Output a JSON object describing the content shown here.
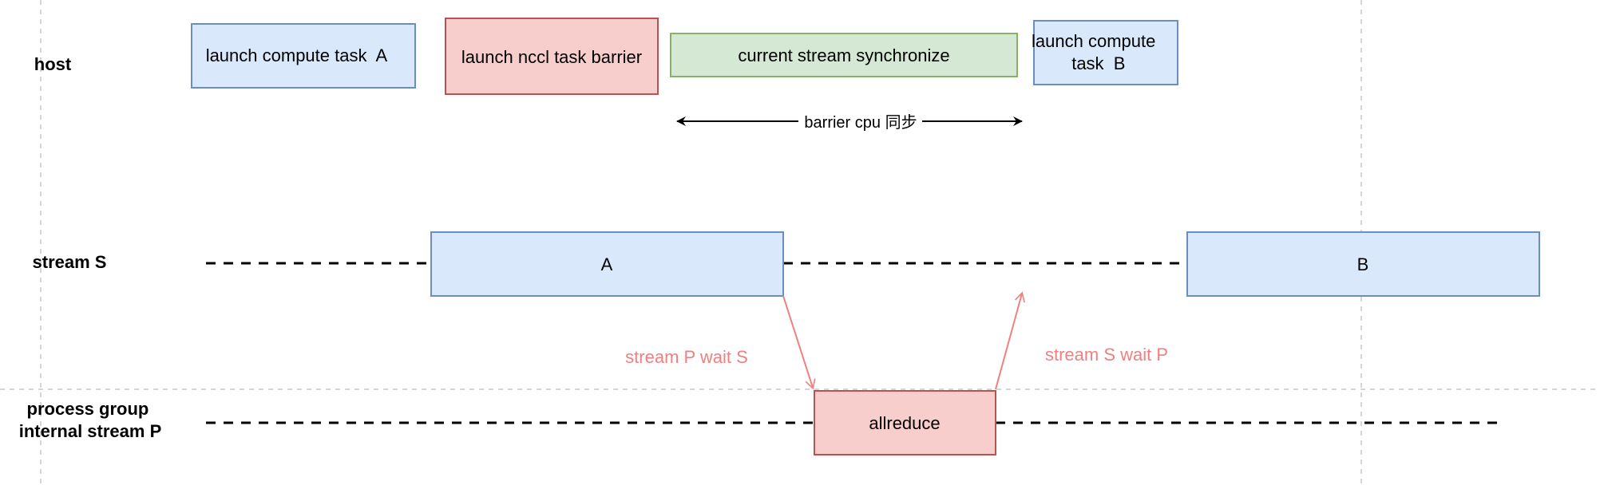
{
  "colors": {
    "compute_fill": "#dae8fc",
    "compute_stroke": "#6c8ebf",
    "nccl_fill": "#f8cecc",
    "nccl_stroke": "#b85450",
    "sync_fill": "#d5e8d4",
    "sync_stroke": "#82b366",
    "dependency_arrow": "#f08080",
    "guide_line": "#c8c8c8"
  },
  "lanes": {
    "host": "host",
    "stream_s": "stream S",
    "process_group": [
      "process group",
      "internal stream P"
    ]
  },
  "host_boxes": {
    "compute_a": [
      "launch compute task  A"
    ],
    "nccl_barrier": [
      "launch nccl task barrier"
    ],
    "stream_sync": [
      "current stream synchronize"
    ],
    "compute_b": [
      "launch compute",
      "task  B"
    ]
  },
  "barrier_span": {
    "label": "barrier cpu 同步"
  },
  "stream_s_tasks": {
    "task_a": "A",
    "task_b": "B"
  },
  "stream_p_tasks": {
    "allreduce": "allreduce"
  },
  "dependencies": {
    "p_wait_s": "stream P wait S",
    "s_wait_p": "stream S wait P"
  }
}
